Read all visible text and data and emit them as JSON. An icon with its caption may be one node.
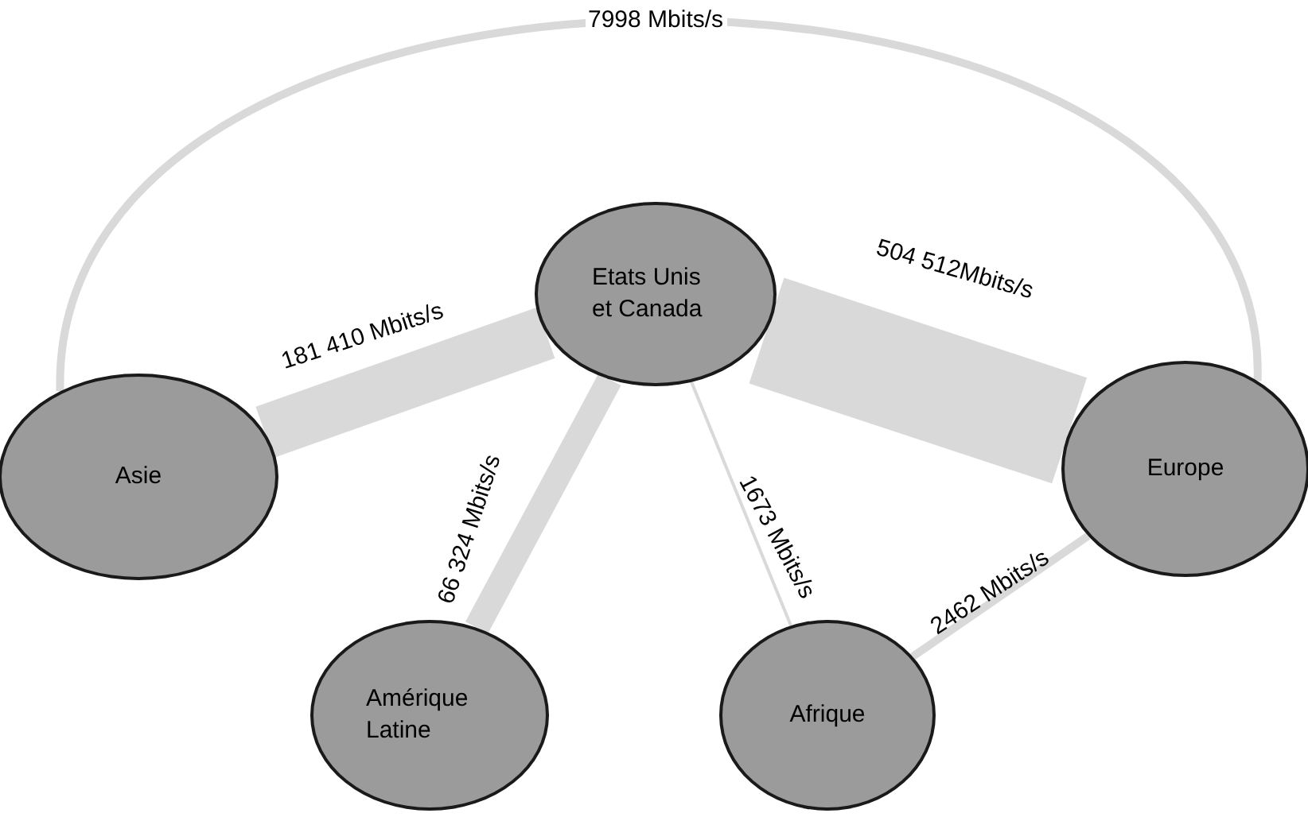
{
  "diagram": {
    "nodes": [
      {
        "text": [
          "Etats Unis et Canada"
        ]
      },
      {
        "text": [
          "Asie"
        ]
      },
      {
        "text": [
          "Europe"
        ]
      },
      {
        "text": [
          "Amérique Latine"
        ]
      },
      {
        "text": [
          "Afrique"
        ]
      }
    ],
    "edges": [
      {
        "from": 1,
        "to": 2,
        "arrow": "none",
        "label": "7998 Mbits/s"
      },
      {
        "from": 1,
        "to": 0,
        "arrow": "none",
        "label": "181 410 Mbits/s",
        "style": "thick"
      },
      {
        "from": 0,
        "to": 2,
        "arrow": "none",
        "label": "504 512Mbits/s",
        "style": "thick"
      },
      {
        "from": 0,
        "to": 3,
        "arrow": "none",
        "label": "66 324 Mbits/s",
        "style": "thick"
      },
      {
        "from": 0,
        "to": 4,
        "arrow": "none",
        "label": "1673 Mbits/s"
      },
      {
        "from": 4,
        "to": 2,
        "arrow": "none",
        "label": "2462 Mbits/s"
      }
    ]
  }
}
